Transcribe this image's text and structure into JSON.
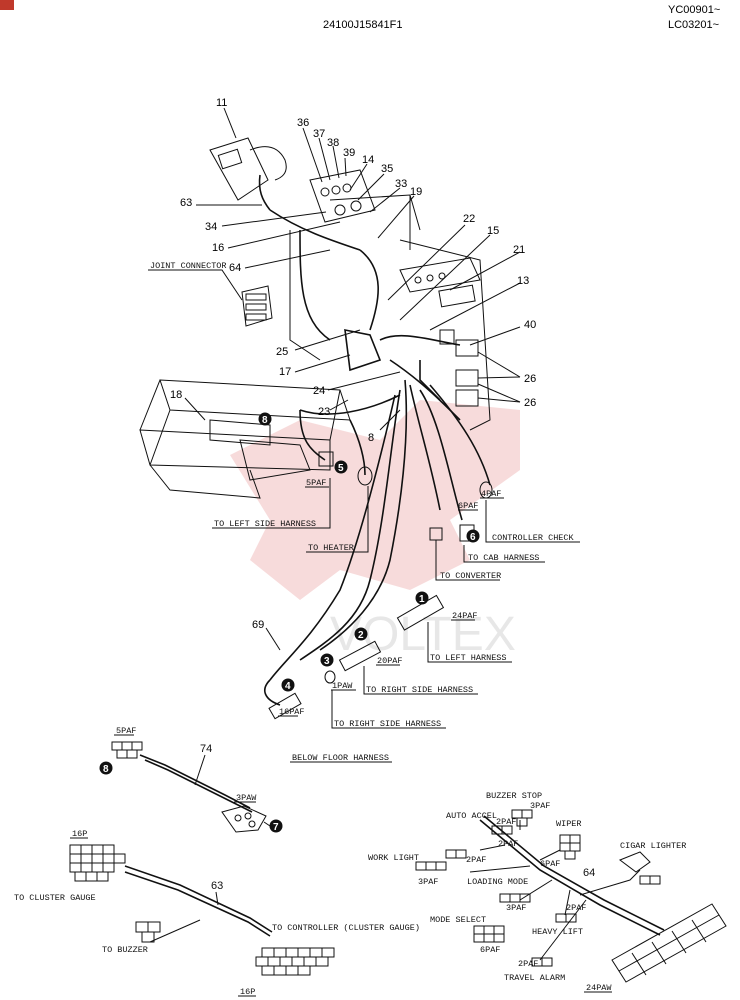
{
  "header": {
    "doc_code": "24100J15841F1",
    "serial_line1": "YC00901~",
    "serial_line2": "LC03201~"
  },
  "watermark": "VOLTEX",
  "part_numbers": [
    "11",
    "36",
    "37",
    "38",
    "39",
    "14",
    "35",
    "33",
    "19",
    "63",
    "34",
    "16",
    "64",
    "22",
    "15",
    "21",
    "13",
    "40",
    "25",
    "17",
    "26",
    "24",
    "26",
    "18",
    "23",
    "8",
    "69"
  ],
  "callout_circles": [
    "8",
    "5",
    "6",
    "1",
    "2",
    "3",
    "4",
    "8",
    "7"
  ],
  "upper_labels": {
    "joint_connector": "JOINT CONNECTOR",
    "c5paf": "5PAF",
    "c6paf": "6PAF",
    "c4paf": "4PAF",
    "c24paf": "24PAF",
    "c20paf": "20PAF",
    "c1paw": "1PAW",
    "c16paf": "16PAF",
    "to_left_side_harness": "TO LEFT SIDE HARNESS",
    "to_heater": "TO HEATER",
    "controller_check": "CONTROLLER CHECK",
    "to_cab_harness": "TO CAB HARNESS",
    "to_converter": "TO CONVERTER",
    "to_left_harness": "TO LEFT HARNESS",
    "to_right_side_harness_1": "TO RIGHT SIDE HARNESS",
    "to_right_side_harness_2": "TO RIGHT SIDE HARNESS"
  },
  "lower_left": {
    "below_floor_harness": "BELOW FLOOR HARNESS",
    "c5paf": "5PAF",
    "c3paw": "3PAW",
    "part_74": "74",
    "part_63": "63",
    "c16p_top": "16P",
    "c16p_bottom": "16P",
    "to_cluster_gauge": "TO CLUSTER GAUGE",
    "to_buzzer": "TO BUZZER",
    "to_controller": "TO CONTROLLER (CLUSTER GAUGE)"
  },
  "lower_right": {
    "buzzer_stop": "BUZZER STOP",
    "c3paf_top": "3PAF",
    "auto_accel": "AUTO ACCEL",
    "c2paf_a": "2PAF",
    "wiper": "WIPER",
    "c2paf_b": "2PAF",
    "work_light": "WORK LIGHT",
    "c2paf_c": "2PAF",
    "c6paf": "6PAF",
    "cigar_lighter": "CIGAR LIGHTER",
    "part_64": "64",
    "c3paf_left": "3PAF",
    "loading_mode": "LOADING MODE",
    "c3paf_mid": "3PAF",
    "c2paf_d": "2PAF",
    "mode_select": "MODE SELECT",
    "heavy_lift": "HEAVY LIFT",
    "c6paf_low": "6PAF",
    "c2paf_e": "2PAF",
    "travel_alarm": "TRAVEL ALARM",
    "c24paw": "24PAW"
  }
}
